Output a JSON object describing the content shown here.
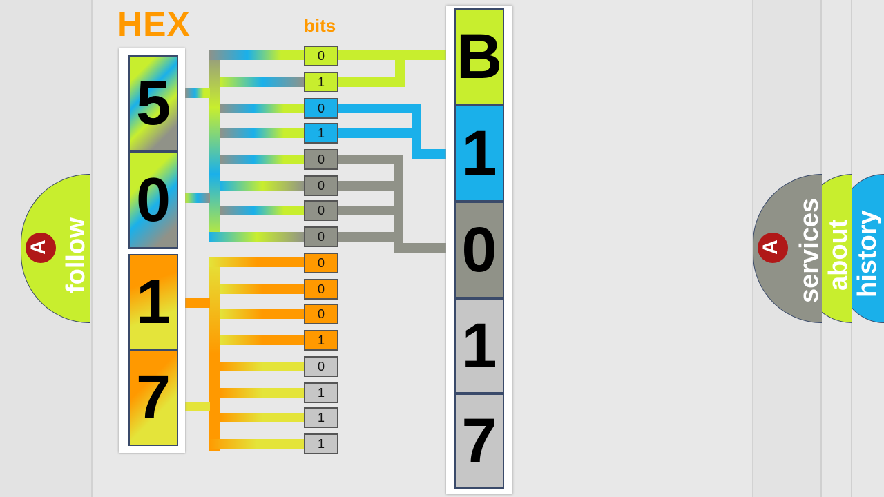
{
  "title": "HEX",
  "bits_title": "bits",
  "hex_digits": [
    "5",
    "0",
    "1",
    "7"
  ],
  "bits": [
    "0",
    "1",
    "0",
    "1",
    "0",
    "0",
    "0",
    "0",
    "0",
    "0",
    "0",
    "1",
    "0",
    "1",
    "1",
    "1"
  ],
  "output_digits": [
    "B",
    "1",
    "0",
    "1",
    "7"
  ],
  "nav": {
    "follow": "follow",
    "services": "services",
    "about": "about",
    "history": "history"
  },
  "colors": {
    "lime": "#c8ee2e",
    "blue": "#1ab0ea",
    "gray": "#909288",
    "orange": "#ff9900",
    "yellow": "#e4e43a",
    "light_gray": "#c6c6c6",
    "logo_red": "#b01818"
  }
}
